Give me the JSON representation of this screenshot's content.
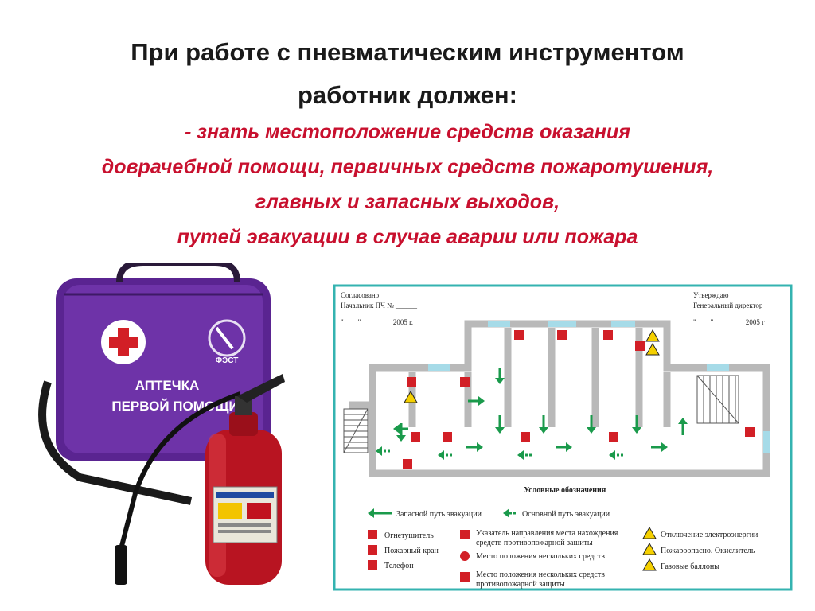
{
  "title": {
    "line1": "При работе с пневматическим инструментом",
    "line2": "работник должен:"
  },
  "requirement": {
    "line1": "- знать местоположение средств оказания",
    "line2": "доврачебной помощи, первичных средств пожаротушения,",
    "line3": "главных и запасных выходов,",
    "line4": "путей эвакуации в случае аварии или пожара"
  },
  "first_aid_kit": {
    "label_line1": "АПТЕЧКА",
    "label_line2": "ПЕРВОЙ ПОМОЩИ",
    "logo": "ФЭСТ",
    "color": "#6a2fa0"
  },
  "extinguisher": {
    "color": "#c1121f"
  },
  "plan": {
    "top_left_line1": "Согласовано",
    "top_left_line2": "Начальник ПЧ № ______",
    "top_left_line3": "\"____\" ________ 2005 г.",
    "top_right_line1": "Утверждаю",
    "top_right_line2": "Генеральный директор",
    "top_right_line3": "\"____\" ________ 2005 г",
    "legend_title": "Условные обозначения",
    "legend": {
      "spare_route": "Запасной путь эвакуации",
      "main_route": "Основной путь эвакуации",
      "extinguisher": "Огнетушитель",
      "fire_hydrant": "Пожарный кран",
      "phone": "Телефон",
      "direction_1": "Указатель направления места нахождения",
      "direction_2": "средств противопожарной защиты",
      "location_several": "Место положения нескольких средств",
      "location_several_2": "Место положения нескольких средств",
      "location_several_2b": "противопожарной защиты",
      "power_off": "Отключение электроэнергии",
      "oxidizer": "Пожароопасно. Окислитель",
      "gas": "Газовые баллоны"
    },
    "colors": {
      "frame": "#34b3b0",
      "arrow": "#1a9a4b",
      "sign": "#d21f26",
      "warn": "#f5d000"
    }
  }
}
